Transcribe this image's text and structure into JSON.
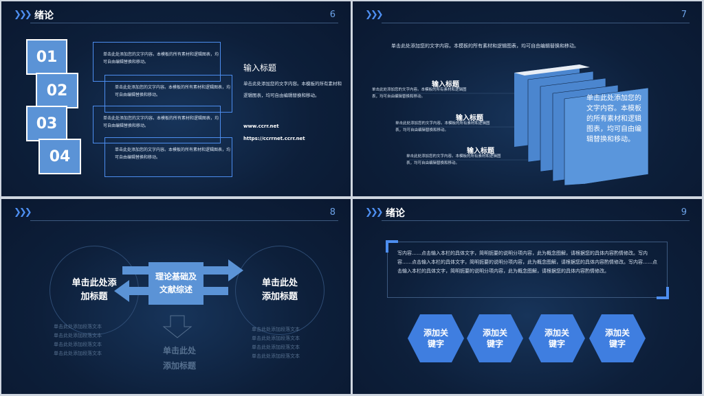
{
  "slide6": {
    "title": "绪论",
    "page": "6",
    "numbers": [
      "01",
      "02",
      "03",
      "04"
    ],
    "box_text": [
      "单击此处添加您的文字内容。本模板的所有素材和逻辑图表，均可自由编辑替换和移动。",
      "单击此处添加您的文字内容。本模板的所有素材和逻辑图表，均可自由编辑替换和移动。",
      "单击此处添加您的文字内容。本模板的所有素材和逻辑图表，均可自由编辑替换和移动。",
      "单击此处添加您的文字内容。本模板的所有素材和逻辑图表，均可自由编辑替换和移动。"
    ],
    "heading": "输入标题",
    "body": "单击此处添加您的文字内容。本模板的所有素材和逻辑图表，均可自由编辑替换和移动。",
    "link1": "www.ccrr.net",
    "link2": "https://ccrrnet.ccrr.net"
  },
  "slide7": {
    "page": "7",
    "intro": "单击此处添加您的文字内容。本模板的所有素材和逻辑图表，均可自由编辑替换和移动。",
    "labels": [
      {
        "title": "输入标题",
        "text": "单击此处添加您的文字内容。本模板的所有素材和逻辑图表，均可自由编辑替换和移动。"
      },
      {
        "title": "输入标题",
        "text": "单击此处添加您的文字内容。本模板的所有素材和逻辑图表，均可自由编辑替换和移动。"
      },
      {
        "title": "输入标题",
        "text": "单击此处添加您的文字内容。本模板的所有素材和逻辑图表，均可自由编辑替换和移动。"
      }
    ],
    "book_text": "单击此处添加您的文字内容。本模板的所有素材和逻辑图表，均可自由编辑替换和移动。"
  },
  "slide8": {
    "page": "8",
    "left_title": "单击此处添加标题",
    "right_title": "单击此处添加标题",
    "center": "理论基础及文献综述",
    "bottom_title": "单击此处添加标题",
    "list_left": [
      "单击此处添加段落文本",
      "单击此处添加段落文本",
      "单击此处添加段落文本",
      "单击此处添加段落文本"
    ],
    "list_right": [
      "单击此处添加段落文本",
      "单击此处添加段落文本",
      "单击此处添加段落文本",
      "单击此处添加段落文本"
    ]
  },
  "slide9": {
    "title": "绪论",
    "page": "9",
    "paragraph": "写内容……点击输入本栏的具体文字，简明扼要的说明分项内容，此为概念图解，请根据您的具体内容酌情修改。写内容……点击输入本栏的具体文字，简明扼要的说明分项内容，此为概念图解，请根据您的具体内容酌情修改。写内容……点击输入本栏的具体文字，简明扼要的说明分项内容，此为概念图解，请根据您的具体内容酌情修改。",
    "keywords": [
      "添加关键字",
      "添加关键字",
      "添加关键字",
      "添加关键字"
    ]
  }
}
